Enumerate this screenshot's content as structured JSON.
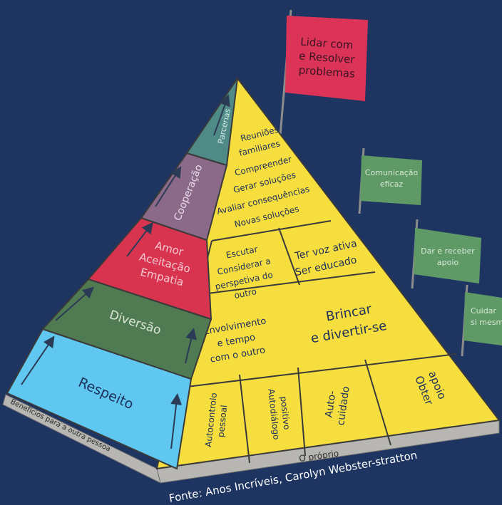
{
  "colors": {
    "background": "#1e3461",
    "yellow": "#f6de3f",
    "light_blue": "#60c8f0",
    "green": "#4f7a52",
    "red": "#d9344f",
    "purple": "#8a6a88",
    "teal": "#4f8a86",
    "flag_red": "#dc3458",
    "flag_green": "#5f9a66",
    "base_gray": "#b8b6b2",
    "ink": "#1d2f5c"
  },
  "left_face": {
    "layers": [
      {
        "name": "respeito",
        "label": [
          "Respeito"
        ]
      },
      {
        "name": "diversao",
        "label": [
          "Diversão"
        ]
      },
      {
        "name": "amor",
        "label": [
          "Amor",
          "Aceitação",
          "Empatia"
        ]
      },
      {
        "name": "cooperacao",
        "label": [
          "Cooperação"
        ]
      },
      {
        "name": "parcerias",
        "label": [
          "Parcerias"
        ]
      }
    ],
    "base_label": "Benefícios para a outra pessoa"
  },
  "right_face": {
    "top_block": [
      "Reuniões",
      "familiares",
      "Compreender",
      "Gerar soluções",
      "Avaliar consequências",
      "Novas soluções"
    ],
    "mid_left": [
      "Escutar",
      "Considerar a",
      "perspetiva do",
      "outro"
    ],
    "mid_right": [
      "Ter voz ativa",
      "Ser educado"
    ],
    "low_left": [
      "Envolvimento",
      "e tempo",
      "com o outro"
    ],
    "low_right": [
      "Brincar",
      "e divertir-se"
    ],
    "bottom": [
      [
        "Autocontrolo",
        "pessoal"
      ],
      [
        "Autodiálogo",
        "positivo"
      ],
      [
        "Auto-",
        "cuidado"
      ],
      [
        "Obter",
        "apoio"
      ]
    ],
    "base_label": "O próprio"
  },
  "flags": [
    {
      "name": "flag-resolver-problemas",
      "lines": [
        "Lidar com",
        "e Resolver",
        "problemas"
      ]
    },
    {
      "name": "flag-comunicacao",
      "lines": [
        "Comunicação",
        "eficaz"
      ]
    },
    {
      "name": "flag-dar-receber-apoio",
      "lines": [
        "Dar e receber",
        "apoio"
      ]
    },
    {
      "name": "flag-cuidar-si-mesmo",
      "lines": [
        "Cuidar",
        "si mesmo"
      ]
    }
  ],
  "caption": "Fonte: Anos Incríveis, Carolyn Webster-stratton"
}
